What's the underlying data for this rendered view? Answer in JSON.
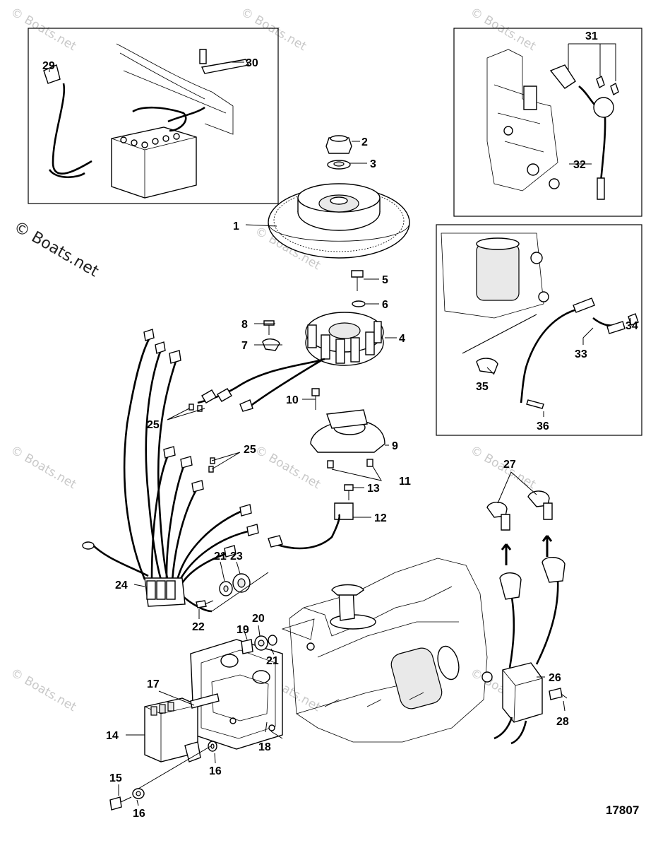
{
  "watermark": {
    "brand_large": "© Boats.net",
    "brand_small": "© Boats.net"
  },
  "figure_number": "17807",
  "callouts": [
    {
      "label": "1"
    },
    {
      "label": "2"
    },
    {
      "label": "3"
    },
    {
      "label": "4"
    },
    {
      "label": "5"
    },
    {
      "label": "6"
    },
    {
      "label": "7"
    },
    {
      "label": "8"
    },
    {
      "label": "9"
    },
    {
      "label": "10"
    },
    {
      "label": "11"
    },
    {
      "label": "12"
    },
    {
      "label": "13"
    },
    {
      "label": "14"
    },
    {
      "label": "15"
    },
    {
      "label": "16"
    },
    {
      "label": "16"
    },
    {
      "label": "17"
    },
    {
      "label": "18"
    },
    {
      "label": "19"
    },
    {
      "label": "20"
    },
    {
      "label": "21"
    },
    {
      "label": "21"
    },
    {
      "label": "22"
    },
    {
      "label": "23"
    },
    {
      "label": "24"
    },
    {
      "label": "25"
    },
    {
      "label": "25"
    },
    {
      "label": "26"
    },
    {
      "label": "27"
    },
    {
      "label": "28"
    },
    {
      "label": "29"
    },
    {
      "label": "30"
    },
    {
      "label": "31"
    },
    {
      "label": "32"
    },
    {
      "label": "33"
    },
    {
      "label": "34"
    },
    {
      "label": "35"
    },
    {
      "label": "36"
    }
  ]
}
